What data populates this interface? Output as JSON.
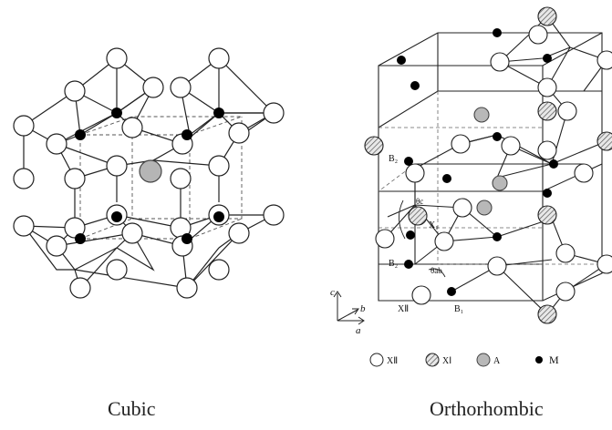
{
  "captions": {
    "cubic": "Cubic",
    "orthorhombic": "Orthorhombic"
  },
  "legend": [
    {
      "symbol": "open-circle",
      "label": "XⅡ"
    },
    {
      "symbol": "hatched-circle",
      "label": "XⅠ"
    },
    {
      "symbol": "grey-circle",
      "label": "A"
    },
    {
      "symbol": "black-dot",
      "label": "M"
    }
  ],
  "axes": {
    "c": "c",
    "b": "b",
    "a": "a"
  },
  "atom_labels": {
    "B2_top": "B₂",
    "B2_bottom": "B₂",
    "B1": "B₁",
    "X1": "X₁",
    "X2": "XⅡ",
    "theta_c": "θc",
    "theta_ab": "θab"
  }
}
